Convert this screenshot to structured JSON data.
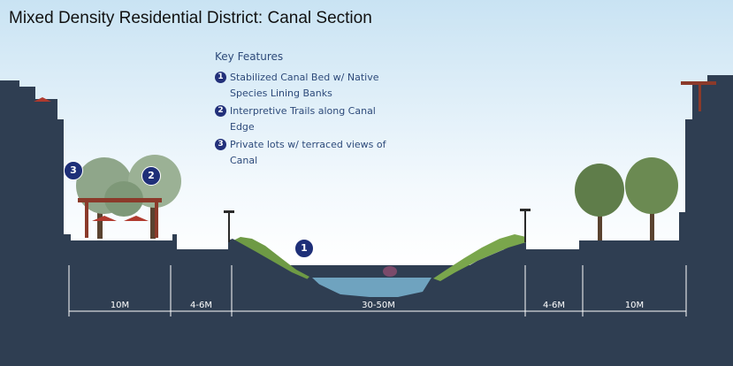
{
  "title": "Mixed Density Residential District: Canal Section",
  "key_features": {
    "heading": "Key Features",
    "items": [
      {
        "number": "1",
        "text": "Stabilized Canal Bed w/ Native Species Lining Banks"
      },
      {
        "number": "2",
        "text": "Interpretive Trails along Canal Edge"
      },
      {
        "number": "3",
        "text": "Private lots w/ terraced views of Canal"
      }
    ]
  },
  "callouts": [
    {
      "number": "3"
    },
    {
      "number": "2"
    },
    {
      "number": "1"
    }
  ],
  "dimensions": [
    "10M",
    "4-6M",
    "30-50M",
    "4-6M",
    "10M"
  ],
  "colors": {
    "sky_top": "#c9e3f3",
    "sky_bottom": "#ffffff",
    "ground": "#2f3e52",
    "water": "#6fa3bf",
    "key_text": "#2d4a7a",
    "badge": "#1e2f78"
  }
}
